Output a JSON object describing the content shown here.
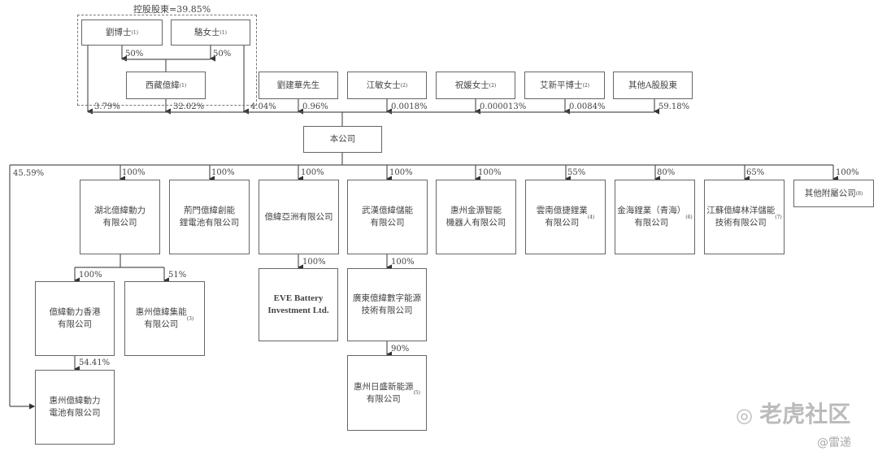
{
  "controlling": {
    "label": "控股股東=39.85%"
  },
  "shareholders": {
    "liu": {
      "name": "劉博士",
      "note": "(1)"
    },
    "luo": {
      "name": "駱女士",
      "note": "(1)"
    },
    "xizang": {
      "name": "西藏億緯",
      "note": "(1)"
    },
    "liujianhua": {
      "name": "劉建華先生"
    },
    "jiangmin": {
      "name": "江敏女士",
      "note": "(2)"
    },
    "zhuyuan": {
      "name": "祝媛女士",
      "note": "(2)"
    },
    "aixinping": {
      "name": "艾新平博士",
      "note": "(2)"
    },
    "others": {
      "name": "其他A股股東"
    }
  },
  "shareholder_pcts": {
    "liu_xizang": "50%",
    "luo_xizang": "50%",
    "liu": "3.79%",
    "xizang": "32.02%",
    "luo": "4.04%",
    "liujianhua": "0.96%",
    "jiangmin": "0.0018%",
    "zhuyuan": "0.000013%",
    "aixinping": "0.0084%",
    "others": "59.18%"
  },
  "company": {
    "name": "本公司"
  },
  "subsidiaries": [
    {
      "name": "湖北億緯動力\n有限公司",
      "note": "",
      "pct": "100%"
    },
    {
      "name": "荊門億緯創能\n鋰電池有限公司",
      "note": "",
      "pct": "100%"
    },
    {
      "name": "億緯亞洲有限公司",
      "note": "",
      "pct": "100%"
    },
    {
      "name": "武漢億緯儲能\n有限公司",
      "note": "",
      "pct": "100%"
    },
    {
      "name": "惠州金源智能\n機器人有限公司",
      "note": "",
      "pct": "100%"
    },
    {
      "name": "雲南億捷鋰業\n有限公司",
      "note": "(4)",
      "pct": "55%"
    },
    {
      "name": "金海鋰業（青海）\n有限公司",
      "note": "(6)",
      "pct": "80%"
    },
    {
      "name": "江蘇億緯林洋儲能\n技術有限公司",
      "note": "(7)",
      "pct": "65%"
    },
    {
      "name": "其他附屬公司",
      "note": "(8)",
      "pct": "100%"
    }
  ],
  "second_level": {
    "hk": {
      "name": "億緯動力香港\n有限公司",
      "pct": "100%"
    },
    "jineng": {
      "name": "惠州億緯集能\n有限公司",
      "note": "(3)",
      "pct": "51%"
    },
    "eve": {
      "name": "EVE Battery\nInvestment Ltd.",
      "pct": "100%"
    },
    "guangdong": {
      "name": "廣東億緯數字能源\n技術有限公司",
      "pct": "100%"
    },
    "risheng": {
      "name": "惠州日盛新能源\n有限公司",
      "note": "(5)",
      "pct": "90%"
    },
    "huizhou": {
      "name": "惠州億緯動力\n電池有限公司",
      "pct": "54.41%",
      "direct_pct": "45.59%"
    }
  },
  "watermark": {
    "main": "老虎社区",
    "sub": "@雷递"
  }
}
